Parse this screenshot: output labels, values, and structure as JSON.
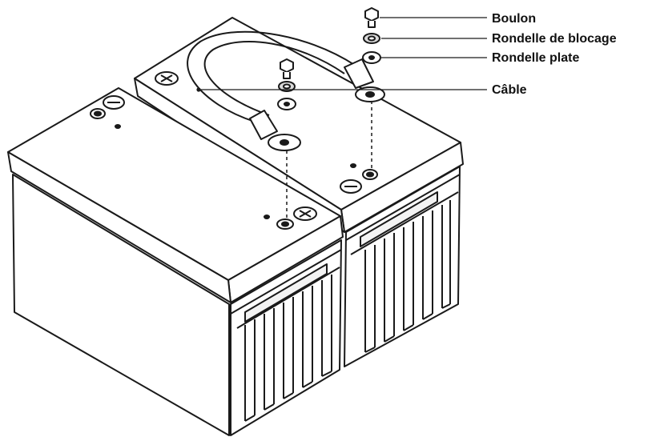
{
  "labels": {
    "bolt": "Boulon",
    "lock_washer": "Rondelle de blocage",
    "flat_washer": "Rondelle plate",
    "cable": "Câble"
  },
  "colors": {
    "line": "#1a1a1a",
    "fill": "#ffffff",
    "shade": "#d9d9d9"
  }
}
